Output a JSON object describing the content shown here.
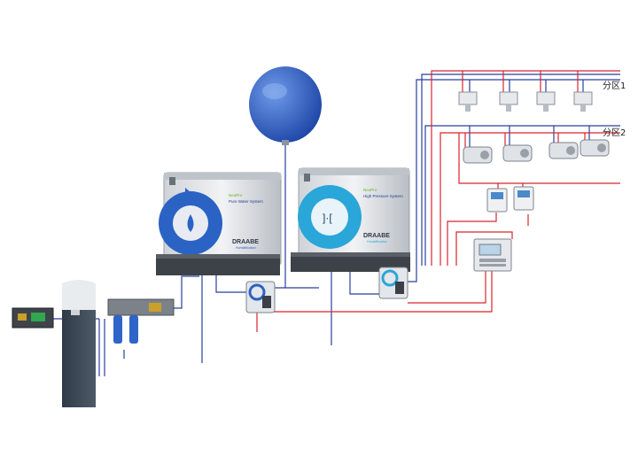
{
  "zones": {
    "zone1_label": "分区1",
    "zone2_label": "分区2"
  },
  "systems": {
    "pure_water": {
      "brand_small": "NeoPro",
      "name": "Pure Water System",
      "logo": "DRAABE",
      "logo_sub": "Humidification"
    },
    "high_pressure": {
      "brand_small": "NeoPro",
      "name": "High Pressure System",
      "logo": "DRAABE",
      "logo_sub": "Humidification"
    }
  },
  "colors": {
    "supply_line": "#2b3f9e",
    "control_line": "#d8262d",
    "vessel_blue": "#2f5fc8",
    "unit_accent_pure": "#2a63c4",
    "unit_accent_hp": "#2aa6d8"
  }
}
